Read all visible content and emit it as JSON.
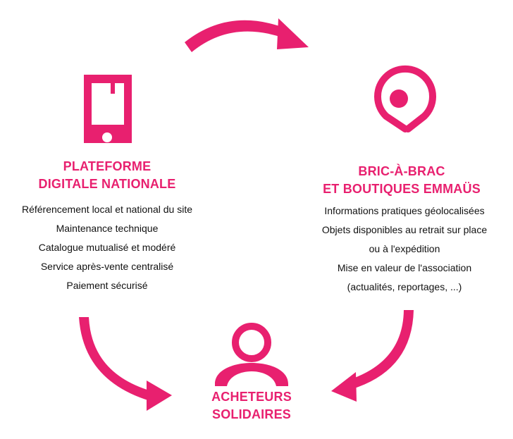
{
  "colors": {
    "accent": "#e8206f",
    "text": "#111111"
  },
  "nodes": {
    "platform": {
      "icon": "smartphone-icon",
      "title_lines": [
        "PLATEFORME",
        "DIGITALE NATIONALE"
      ],
      "items": [
        "Référencement local et national du site",
        "Maintenance technique",
        "Catalogue mutualisé et modéré",
        "Service après-vente centralisé",
        "Paiement sécurisé"
      ]
    },
    "shops": {
      "icon": "location-pin-icon",
      "title_lines": [
        "BRIC-À-BRAC",
        "ET BOUTIQUES EMMAÜS"
      ],
      "items": [
        "Informations pratiques géolocalisées",
        "Objets disponibles au retrait sur place",
        "ou à l'expédition",
        "Mise en valeur de l'association",
        "(actualités, reportages, ...)"
      ]
    },
    "buyers": {
      "icon": "person-icon",
      "title_lines": [
        "ACHETEURS",
        "SOLIDAIRES"
      ]
    }
  },
  "edges": [
    {
      "from": "platform",
      "to": "shops",
      "icon": "curved-arrow-icon"
    },
    {
      "from": "shops",
      "to": "buyers",
      "icon": "curved-arrow-icon"
    },
    {
      "from": "platform",
      "to": "buyers",
      "icon": "curved-arrow-icon"
    }
  ]
}
